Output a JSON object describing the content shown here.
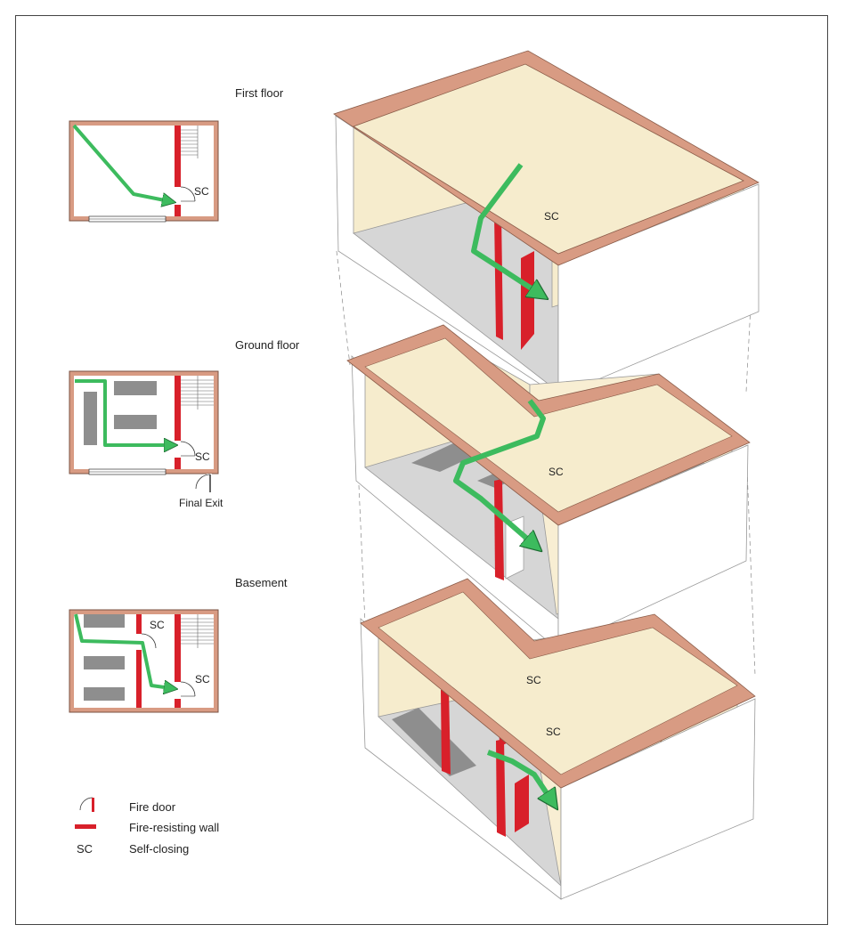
{
  "floors": {
    "first": {
      "title": "First floor",
      "sc_plan": "SC",
      "sc_iso": "SC"
    },
    "ground": {
      "title": "Ground floor",
      "sc_plan": "SC",
      "sc_iso": "SC",
      "final_exit": "Final Exit"
    },
    "basement": {
      "title": "Basement",
      "sc_plan_top": "SC",
      "sc_plan_bottom": "SC",
      "sc_iso_top": "SC",
      "sc_iso_bottom": "SC"
    }
  },
  "legend": {
    "fire_door": "Fire door",
    "fire_wall": "Fire-resisting wall",
    "sc_key": "SC",
    "sc_text": "Self-closing"
  },
  "colors": {
    "wall_top": "#d89b83",
    "fire_wall": "#d8202a",
    "escape_route": "#3dbb5e",
    "interior_wall": "#f6eccd",
    "floor": "#d6d6d6",
    "furniture": "#8e8e8e"
  }
}
